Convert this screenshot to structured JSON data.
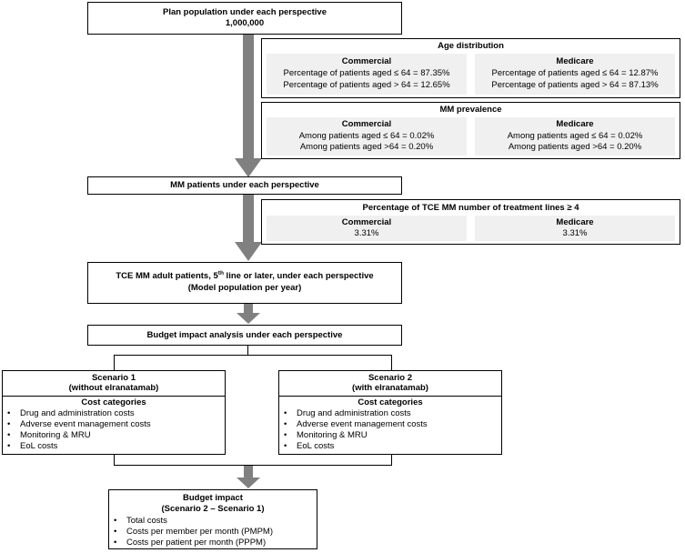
{
  "plan_population": {
    "title": "Plan population under each perspective",
    "value": "1,000,000"
  },
  "age_distribution": {
    "title": "Age distribution",
    "commercial": {
      "heading": "Commercial",
      "line1": "Percentage of patients aged ≤ 64 = 87.35%",
      "line2": "Percentage of patients aged > 64 = 12.65%"
    },
    "medicare": {
      "heading": "Medicare",
      "line1": "Percentage of patients aged ≤ 64 = 12.87%",
      "line2": "Percentage of patients aged > 64 = 87.13%"
    }
  },
  "mm_prevalence": {
    "title": "MM prevalence",
    "commercial": {
      "heading": "Commercial",
      "line1": "Among patients aged ≤ 64 = 0.02%",
      "line2": "Among patients aged >64 = 0.20%"
    },
    "medicare": {
      "heading": "Medicare",
      "line1": "Among patients aged ≤ 64 = 0.02%",
      "line2": "Among patients aged >64 = 0.20%"
    }
  },
  "mm_patients": {
    "title": "MM patients under each perspective"
  },
  "tce_percentage": {
    "title": "Percentage of TCE MM number of treatment lines ≥ 4",
    "commercial": {
      "heading": "Commercial",
      "value": "3.31%"
    },
    "medicare": {
      "heading": "Medicare",
      "value": "3.31%"
    }
  },
  "tce_patients": {
    "line1_pre": "TCE MM adult patients, 5",
    "line1_sup": "th",
    "line1_post": " line or later, under each perspective",
    "line2": "(Model population per year)"
  },
  "bia": {
    "title": "Budget impact analysis under each perspective"
  },
  "scenario1": {
    "title": "Scenario 1",
    "subtitle": "(without elranatamab)",
    "cost_heading": "Cost categories",
    "items": [
      "Drug and administration costs",
      "Adverse event management costs",
      "Monitoring & MRU",
      "EoL costs"
    ]
  },
  "scenario2": {
    "title": "Scenario 2",
    "subtitle": "(with elranatamab)",
    "cost_heading": "Cost categories",
    "items": [
      "Drug and administration costs",
      "Adverse event management costs",
      "Monitoring & MRU",
      "EoL costs"
    ]
  },
  "budget_impact": {
    "title": "Budget impact",
    "subtitle": "(Scenario 2 – Scenario 1)",
    "items": [
      "Total costs",
      "Costs per member per month (PMPM)",
      "Costs per patient per month (PPPM)"
    ]
  },
  "colors": {
    "arrow": "#808080",
    "panel": "#f0f0f0",
    "border": "#000000"
  }
}
